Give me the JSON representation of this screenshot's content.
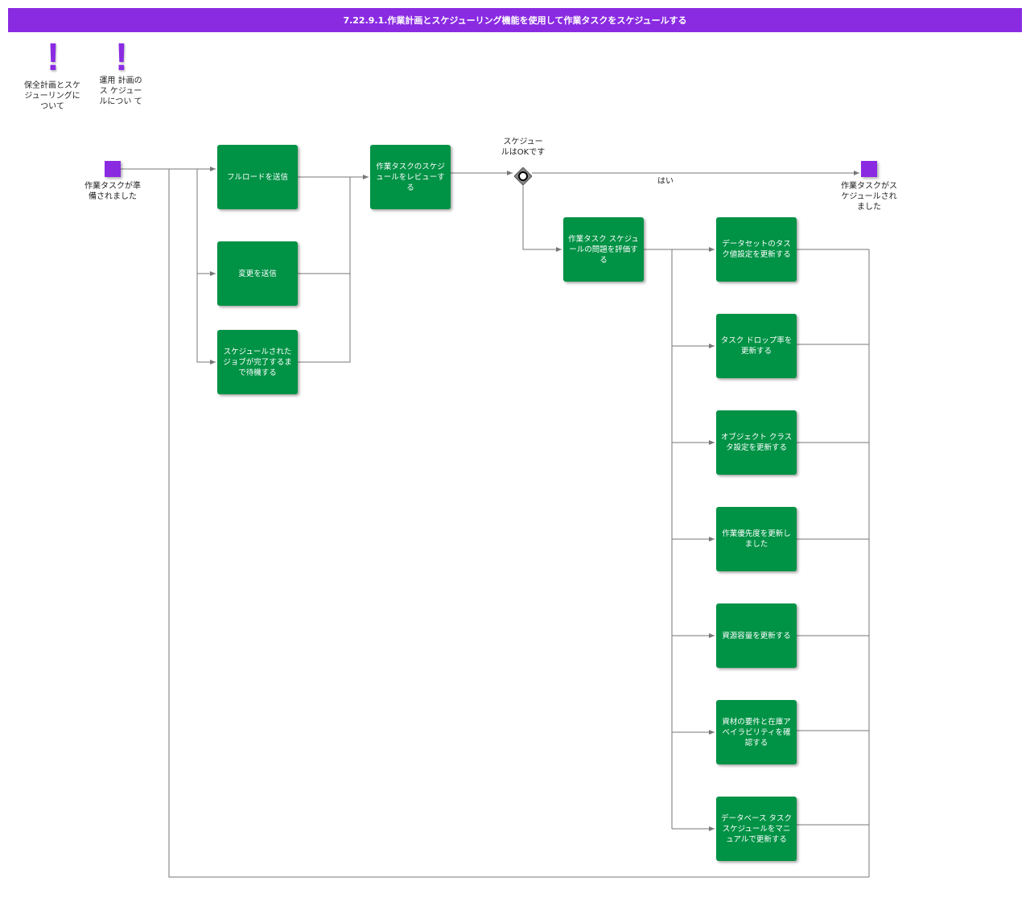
{
  "colors": {
    "title_bg": "#8a2be2",
    "task_fill": "#009245",
    "event_fill": "#8a2be2",
    "gateway_fill": "#888888",
    "connector": "#777777",
    "note_icon": "#8a2be2"
  },
  "header": {
    "title": "7.22.9.1.作業計画とスケジューリング機能を使用して作業タスクをスケジュールする"
  },
  "notes": [
    {
      "icon": "exclamation-icon",
      "label": "保全計画とスケジューリングについて"
    },
    {
      "icon": "exclamation-icon",
      "label": "運用 計画のス ケジュー ルについ て"
    }
  ],
  "start_event": {
    "label": "作業タスクが準備されました"
  },
  "end_event": {
    "label": "作業タスクがスケジュールされました"
  },
  "gateway": {
    "question": "スケジュールはOKです",
    "yes_label": "はい"
  },
  "tasks": {
    "full_load": "フルロードを送信",
    "changes": "変更を送信",
    "wait_jobs": "スケジュールされたジョブが完了するまで待機する",
    "review": "作業タスクのスケジュールをレビューする",
    "evaluate": "作業タスク スケジュールの問題を評価する",
    "dataset": "データセットのタスク値設定を更新する",
    "drop_rate": "タスク ドロップ率を更新する",
    "object_class": "オブジェクト クラスタ設定を更新する",
    "priority": "作業優先度を更新しました",
    "capacity": "資源容量を更新する",
    "materials": "資材の要件と在庫アベイラビリティを確認する",
    "db_schedule": "データベース タスク スケジュールをマニュアルで更新する"
  }
}
